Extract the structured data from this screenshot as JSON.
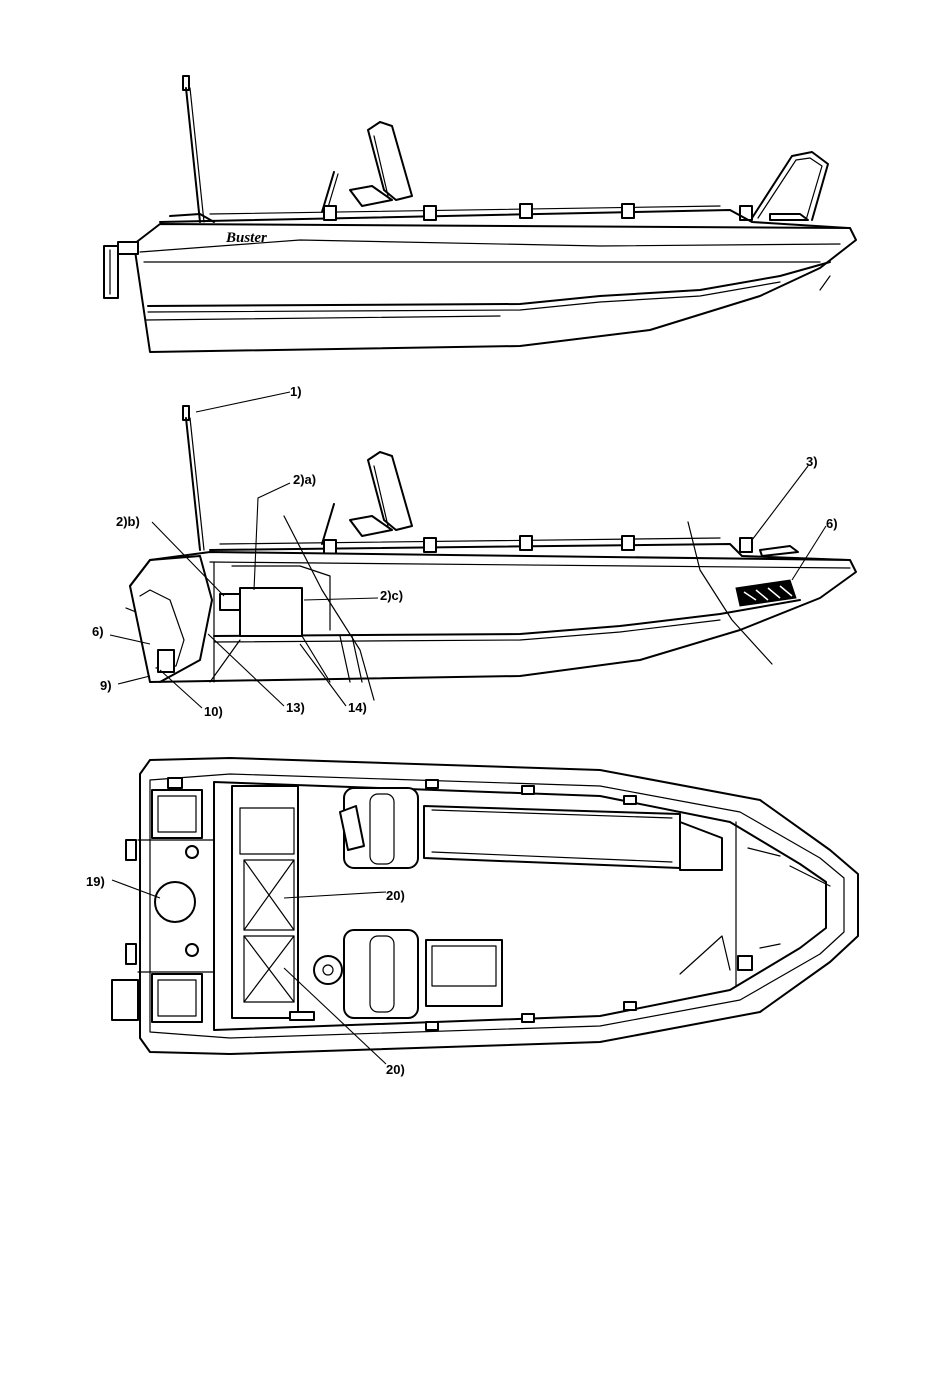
{
  "brand": {
    "name": "Buster"
  },
  "callouts": [
    {
      "id": "c1",
      "text": "1)"
    },
    {
      "id": "c2a",
      "text": "2)a)"
    },
    {
      "id": "c2b",
      "text": "2)b)"
    },
    {
      "id": "c2c",
      "text": "2)c)"
    },
    {
      "id": "c3",
      "text": "3)"
    },
    {
      "id": "c6a",
      "text": "6)"
    },
    {
      "id": "c6b",
      "text": "6)"
    },
    {
      "id": "c9",
      "text": "9)"
    },
    {
      "id": "c10",
      "text": "10)"
    },
    {
      "id": "c13",
      "text": "13)"
    },
    {
      "id": "c14",
      "text": "14)"
    },
    {
      "id": "c19",
      "text": "19)"
    },
    {
      "id": "c20a",
      "text": "20)"
    },
    {
      "id": "c20b",
      "text": "20)"
    }
  ]
}
